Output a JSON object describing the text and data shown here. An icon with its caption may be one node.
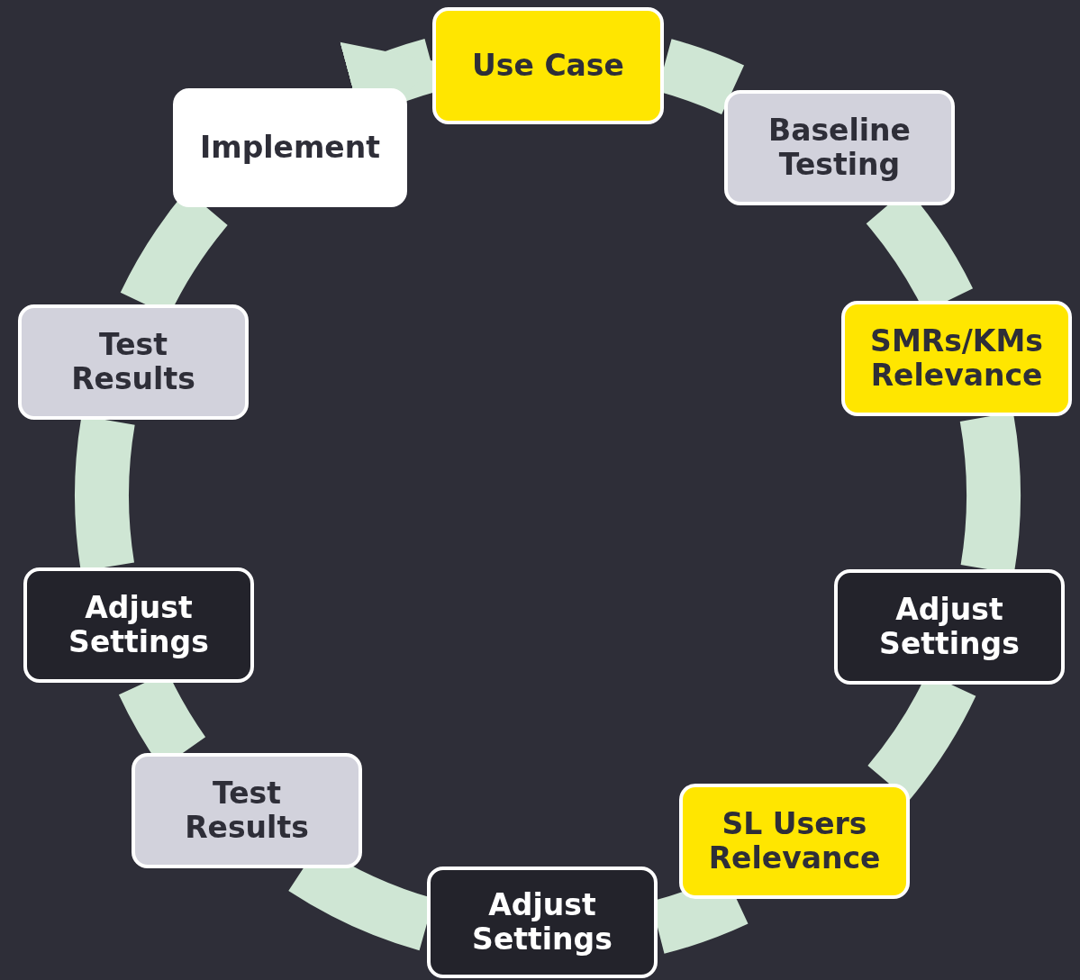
{
  "diagram": {
    "nodes": [
      {
        "text": [
          "Use Case"
        ]
      },
      {
        "text": [
          "Baseline Testing"
        ]
      },
      {
        "text": [
          "SMRs/KMs Relevance"
        ]
      },
      {
        "text": [
          "Adjust Settings"
        ]
      },
      {
        "text": [
          "SL Users Relevance"
        ]
      },
      {
        "text": [
          "Adjust Settings"
        ]
      },
      {
        "text": [
          "Test Results"
        ]
      },
      {
        "text": [
          "Adjust Settings"
        ]
      },
      {
        "text": [
          "Test Results"
        ]
      },
      {
        "text": [
          "Implement"
        ]
      }
    ],
    "edges": [
      {
        "from": 0,
        "to": 1,
        "arrow": "none"
      },
      {
        "from": 1,
        "to": 2,
        "arrow": "none"
      },
      {
        "from": 2,
        "to": 3,
        "arrow": "none"
      },
      {
        "from": 3,
        "to": 4,
        "arrow": "none"
      },
      {
        "from": 4,
        "to": 5,
        "arrow": "none"
      },
      {
        "from": 5,
        "to": 6,
        "arrow": "none"
      },
      {
        "from": 6,
        "to": 7,
        "arrow": "none"
      },
      {
        "from": 7,
        "to": 8,
        "arrow": "none"
      },
      {
        "from": 8,
        "to": 9,
        "arrow": "none"
      },
      {
        "from": 9,
        "to": 0,
        "arrow": "to"
      }
    ]
  }
}
